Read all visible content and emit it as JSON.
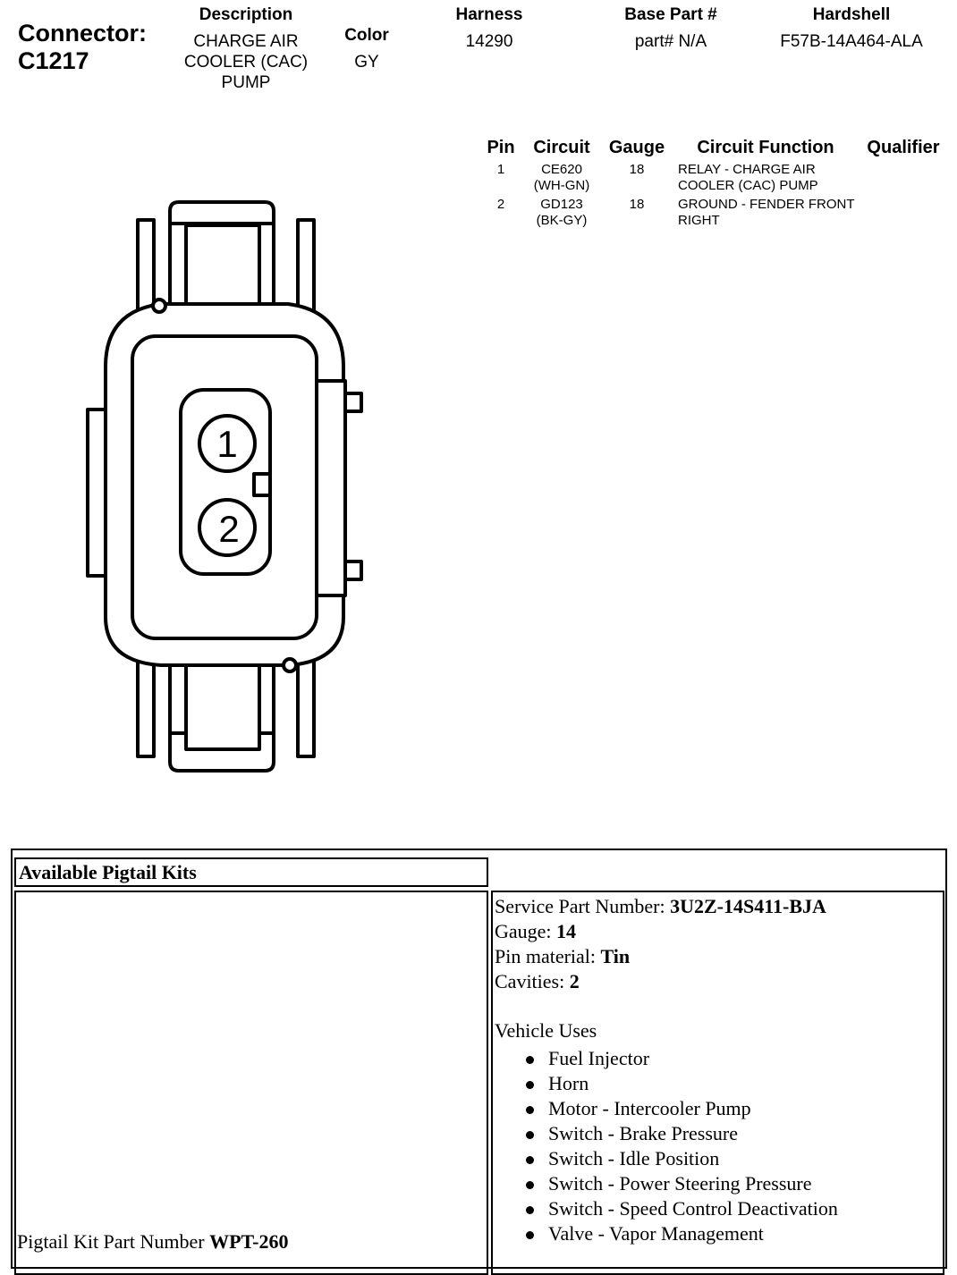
{
  "connector": {
    "label": "Connector:",
    "id": "C1217"
  },
  "header": {
    "description_label": "Description",
    "description_value": [
      "CHARGE AIR",
      "COOLER (CAC)",
      "PUMP"
    ],
    "color_label": "Color",
    "color_value": "GY",
    "harness_label": "Harness",
    "harness_value": "14290",
    "base_part_label": "Base Part #",
    "base_part_value": "part# N/A",
    "hardshell_label": "Hardshell",
    "hardshell_value": "F57B-14A464-ALA"
  },
  "pin_table": {
    "headers": [
      "Pin",
      "Circuit",
      "Gauge",
      "Circuit Function",
      "Qualifier"
    ],
    "rows": [
      {
        "pin": "1",
        "circuit": "CE620 (WH-GN)",
        "gauge": "18",
        "function": "RELAY - CHARGE AIR COOLER (CAC) PUMP",
        "qualifier": ""
      },
      {
        "pin": "2",
        "circuit": "GD123 (BK-GY)",
        "gauge": "18",
        "function": "GROUND - FENDER FRONT RIGHT",
        "qualifier": ""
      }
    ]
  },
  "diagram": {
    "pin_labels": [
      "1",
      "2"
    ]
  },
  "pigtail": {
    "section_title": "Available Pigtail Kits",
    "kit_label": "Pigtail Kit Part Number ",
    "kit_value": "WPT-260",
    "service_part_label": "Service Part Number: ",
    "service_part_value": "3U2Z-14S411-BJA",
    "gauge_label": "Gauge: ",
    "gauge_value": "14",
    "pin_material_label": "Pin material: ",
    "pin_material_value": "Tin",
    "cavities_label": "Cavities: ",
    "cavities_value": "2",
    "vehicle_uses_label": "Vehicle Uses",
    "vehicle_uses": [
      "Fuel Injector",
      "Horn",
      "Motor - Intercooler Pump",
      "Switch - Brake Pressure",
      "Switch - Idle Position",
      "Switch - Power Steering Pressure",
      "Switch - Speed Control Deactivation",
      "Valve - Vapor Management"
    ]
  }
}
